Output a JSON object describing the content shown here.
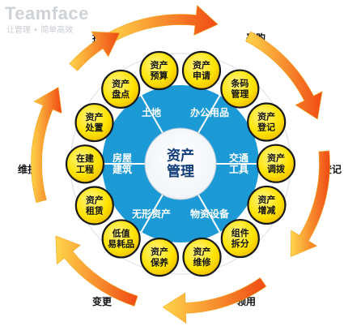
{
  "brand": {
    "name": "Teamface",
    "slogan": "让管理 • 简单高效"
  },
  "center": {
    "line1": "资产",
    "line2": "管理"
  },
  "segments": [
    "土地",
    "办公用品",
    "交通工具",
    "物资设备",
    "无形资产",
    "房屋建筑"
  ],
  "modules": [
    "资产预算",
    "资产申请",
    "条码管理",
    "资产登记",
    "资产调拨",
    "资产增减",
    "组件拆分",
    "资产维修",
    "资产保养",
    "低值易耗品",
    "资产租赁",
    "在建工程",
    "资产处置",
    "资产盘点"
  ],
  "stages": [
    "采购",
    "登记",
    "领用",
    "变更",
    "维护",
    "报废"
  ],
  "colors": {
    "ring_blue": "#1b9ad6",
    "center_blue": "#0f3c78",
    "circle_yellow": "#ffe300",
    "circle_outline": "#1a1a1a",
    "arrow_light": "#ffd54a",
    "arrow_dark": "#f04a14"
  }
}
